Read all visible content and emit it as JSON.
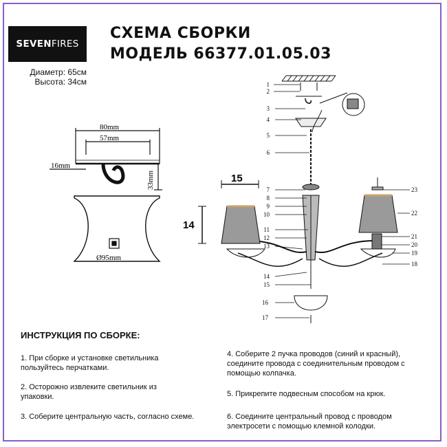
{
  "brand": {
    "part1": "SEVEN",
    "part2": "FIRES"
  },
  "title": {
    "line1": "СХЕМА СБОРКИ",
    "line2": "МОДЕЛЬ 66377.01.05.03"
  },
  "specs": {
    "diameter": "Диаметр: 65см",
    "height": "Высота: 34см"
  },
  "mount_diagram": {
    "width_outer": "80mm",
    "width_inner": "57mm",
    "offset": "16mm",
    "height": "33mm",
    "canopy_diameter": "Ø95mm"
  },
  "lamp_diagram": {
    "shade_width": "15",
    "shade_height": "14",
    "part_numbers": [
      "1",
      "2",
      "3",
      "4",
      "5",
      "6",
      "7",
      "8",
      "9",
      "10",
      "11",
      "12",
      "13",
      "14",
      "15",
      "16",
      "17",
      "18",
      "19",
      "20",
      "21",
      "22",
      "23"
    ]
  },
  "instructions": {
    "heading": "ИНСТРУКЦИЯ ПО СБОРКЕ:",
    "steps": [
      "1. При сборке и установке светильника пользуйтесь перчатками.",
      "2. Осторожно извлеките светильник из упаковки.",
      "3. Соберите центральную часть, согласно схеме.",
      "4. Соберите 2 пучка проводов (синий и красный), соедините провода с соединительным проводом с помощью колпачка.",
      "5. Прикрепите подвесным способом на крюк.",
      "6. Соедините центральный провод с проводом электросети с помощью клемной колодки."
    ]
  },
  "colors": {
    "frame": "#8b5cc8",
    "logo_bg": "#111111",
    "shade_fill": "#9a9a9a"
  }
}
